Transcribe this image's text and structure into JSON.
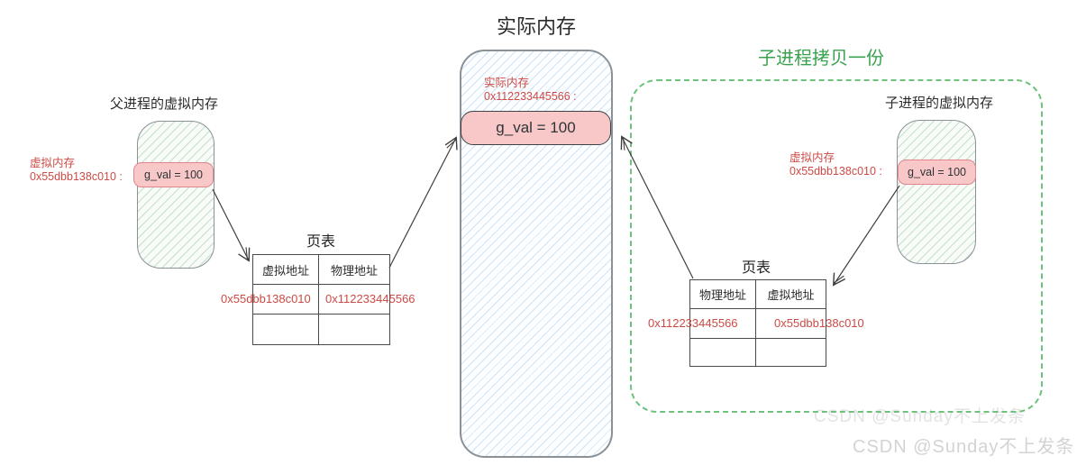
{
  "main_title": "实际内存",
  "watermark": "CSDN @Sunday不上发条",
  "colors": {
    "red_text": "#cd4a45",
    "green_banner": "#3aa14e",
    "green_dash": "#6dc27e",
    "pink_fill": "#f8c8c8"
  },
  "actual_memory": {
    "label": "实际内存",
    "address": "0x112233445566 :",
    "cell_value": "g_val = 100"
  },
  "parent": {
    "title": "父进程的虚拟内存",
    "label": "虚拟内存",
    "address": "0x55dbb138c010 :",
    "cell_value": "g_val = 100",
    "page_table": {
      "title": "页表",
      "headers": [
        "虚拟地址",
        "物理地址"
      ],
      "row": [
        "0x55dbb138c010",
        "0x112233445566"
      ]
    }
  },
  "child": {
    "banner": "子进程拷贝一份",
    "title": "子进程的虚拟内存",
    "label": "虚拟内存",
    "address": "0x55dbb138c010 :",
    "cell_value": "g_val = 100",
    "page_table": {
      "title": "页表",
      "headers": [
        "物理地址",
        "虚拟地址"
      ],
      "row": [
        "0x112233445566",
        "0x55dbb138c010"
      ]
    }
  }
}
